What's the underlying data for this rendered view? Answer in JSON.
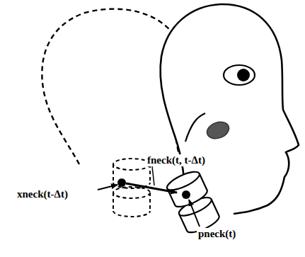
{
  "diagram": {
    "labels": [
      "fneck(t, t-Δt)",
      "xneck(t-Δt)",
      "pneck(t)"
    ]
  }
}
